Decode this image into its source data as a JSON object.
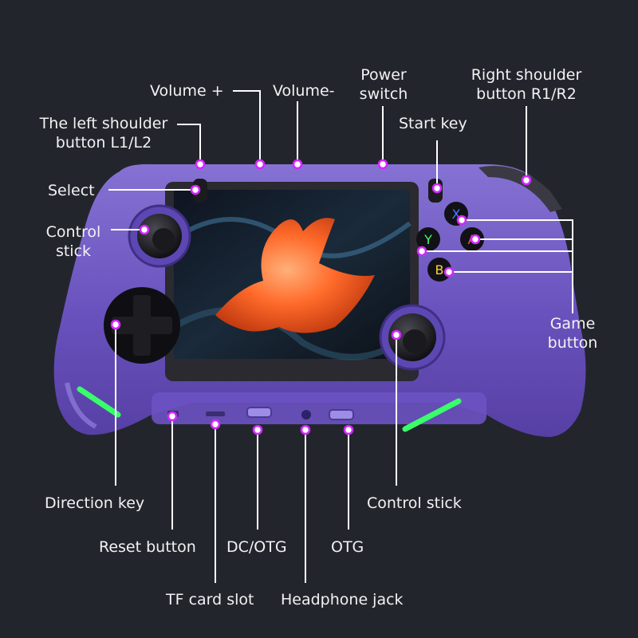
{
  "labels": {
    "volume_plus": "Volume +",
    "volume_minus": "Volume-",
    "power_switch": "Power\nswitch",
    "right_shoulder": "Right shoulder\nbutton R1/R2",
    "left_shoulder": "The left shoulder\nbutton L1/L2",
    "start_key": "Start key",
    "select": "Select",
    "control_stick_left": "Control\nstick",
    "game_button": "Game\nbutton",
    "direction_key": "Direction key",
    "control_stick_right": "Control stick",
    "reset_button": "Reset button",
    "dc_otg": "DC/OTG",
    "otg": "OTG",
    "tf_card_slot": "TF card slot",
    "headphone_jack": "Headphone jack"
  },
  "face_buttons": {
    "x": "X",
    "y": "Y",
    "a": "A",
    "b": "B"
  },
  "colors": {
    "background": "#23252d",
    "shell": "#7a5fd0",
    "callout_dot": "#d228ff",
    "accent_green": "#39ff6a"
  }
}
